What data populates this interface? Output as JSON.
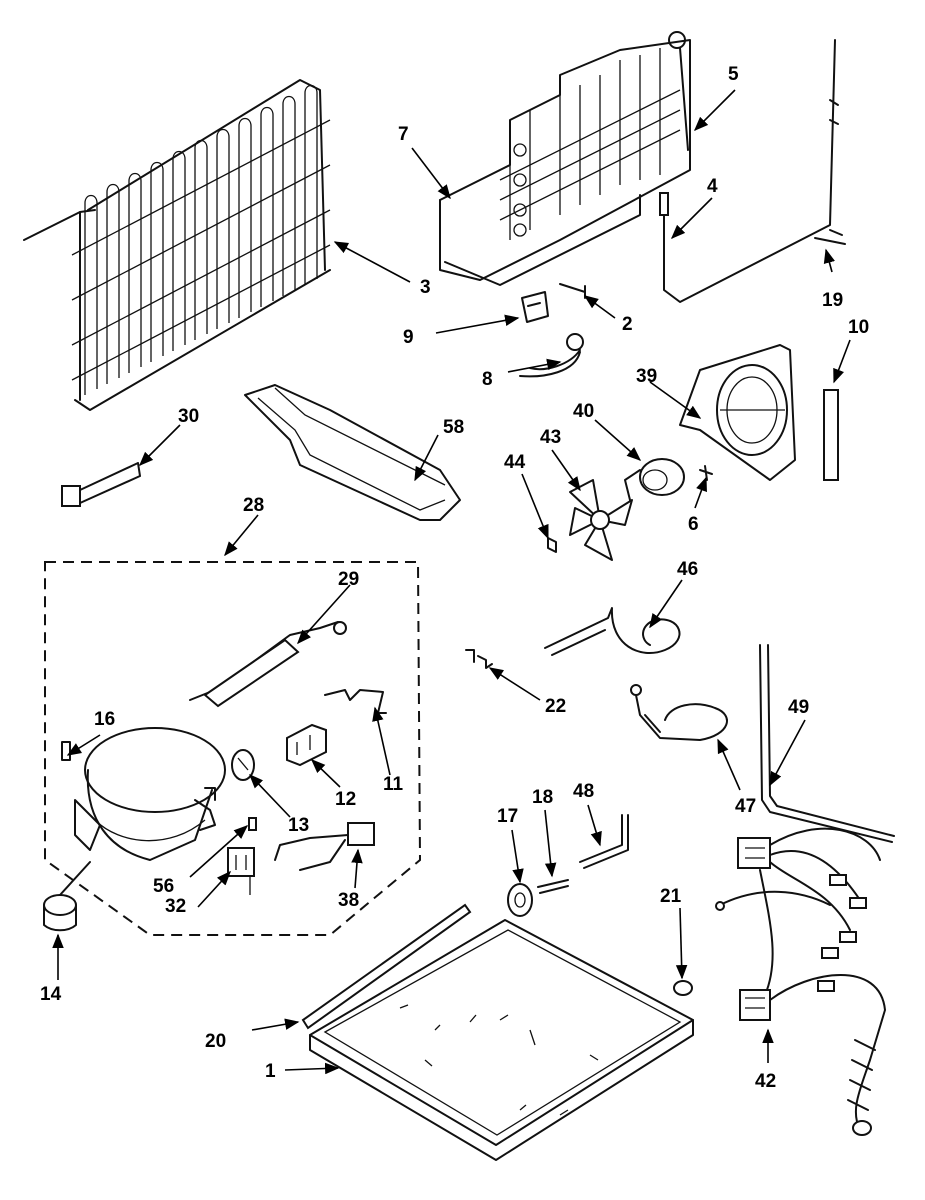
{
  "parts": [
    {
      "id": "p1",
      "num": "1"
    },
    {
      "id": "p2",
      "num": "2"
    },
    {
      "id": "p3",
      "num": "3"
    },
    {
      "id": "p4",
      "num": "4"
    },
    {
      "id": "p5",
      "num": "5"
    },
    {
      "id": "p6",
      "num": "6"
    },
    {
      "id": "p7",
      "num": "7"
    },
    {
      "id": "p8",
      "num": "8"
    },
    {
      "id": "p9",
      "num": "9"
    },
    {
      "id": "p10",
      "num": "10"
    },
    {
      "id": "p11",
      "num": "11"
    },
    {
      "id": "p12",
      "num": "12"
    },
    {
      "id": "p13",
      "num": "13"
    },
    {
      "id": "p14",
      "num": "14"
    },
    {
      "id": "p16",
      "num": "16"
    },
    {
      "id": "p17",
      "num": "17"
    },
    {
      "id": "p18",
      "num": "18"
    },
    {
      "id": "p19",
      "num": "19"
    },
    {
      "id": "p20",
      "num": "20"
    },
    {
      "id": "p21",
      "num": "21"
    },
    {
      "id": "p22",
      "num": "22"
    },
    {
      "id": "p28",
      "num": "28"
    },
    {
      "id": "p29",
      "num": "29"
    },
    {
      "id": "p30",
      "num": "30"
    },
    {
      "id": "p32",
      "num": "32"
    },
    {
      "id": "p38",
      "num": "38"
    },
    {
      "id": "p39",
      "num": "39"
    },
    {
      "id": "p40",
      "num": "40"
    },
    {
      "id": "p42",
      "num": "42"
    },
    {
      "id": "p43",
      "num": "43"
    },
    {
      "id": "p44",
      "num": "44"
    },
    {
      "id": "p46",
      "num": "46"
    },
    {
      "id": "p47",
      "num": "47"
    },
    {
      "id": "p48",
      "num": "48"
    },
    {
      "id": "p49",
      "num": "49"
    },
    {
      "id": "p56",
      "num": "56"
    },
    {
      "id": "p58",
      "num": "58"
    }
  ]
}
